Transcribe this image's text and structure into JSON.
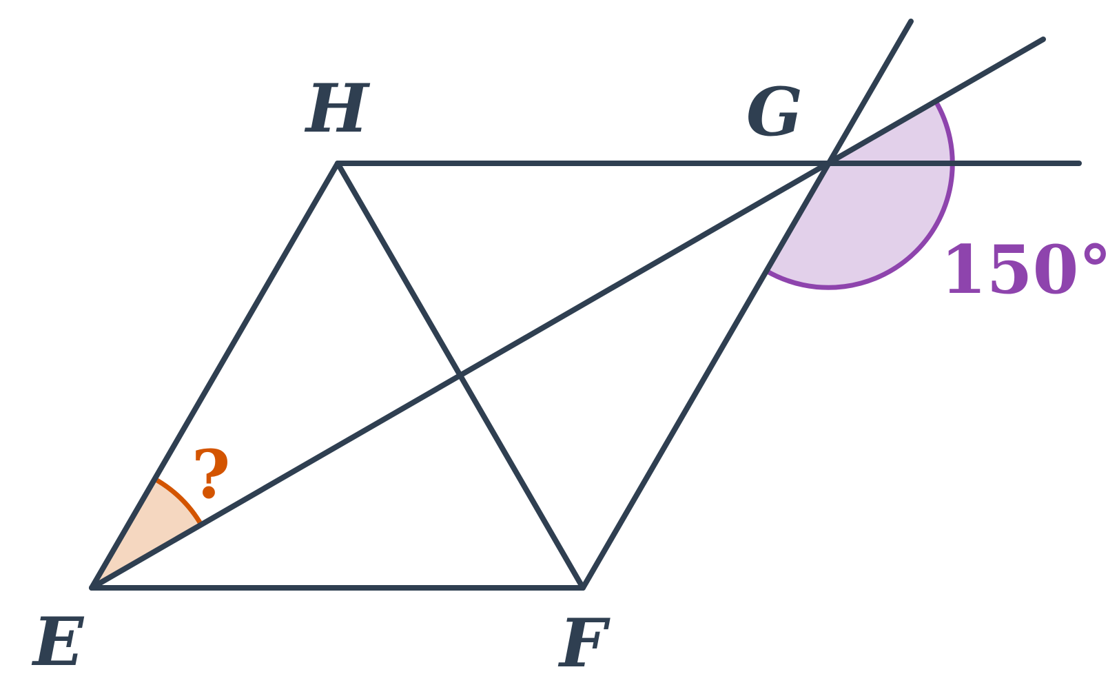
{
  "vertices": {
    "E": "E",
    "F": "F",
    "G": "G",
    "H": "H"
  },
  "angles": {
    "known": {
      "label": "150°",
      "color": "#8e44ad",
      "fill": "#e2d0ea"
    },
    "unknown": {
      "label": "?",
      "color": "#d35400",
      "fill": "#f5d7c0"
    }
  },
  "colors": {
    "lines": "#2f3f51"
  }
}
